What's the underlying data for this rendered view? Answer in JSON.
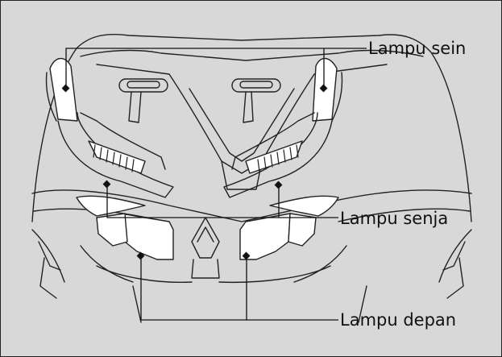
{
  "labels": {
    "turn_signal": "Lampu sein",
    "position_lamp": "Lampu senja",
    "headlight": "Lampu depan"
  },
  "colors": {
    "background": "#d8d8d8",
    "line": "#222222",
    "lamp_fill": "#ffffff",
    "body_fill": "#d8d8d8"
  }
}
